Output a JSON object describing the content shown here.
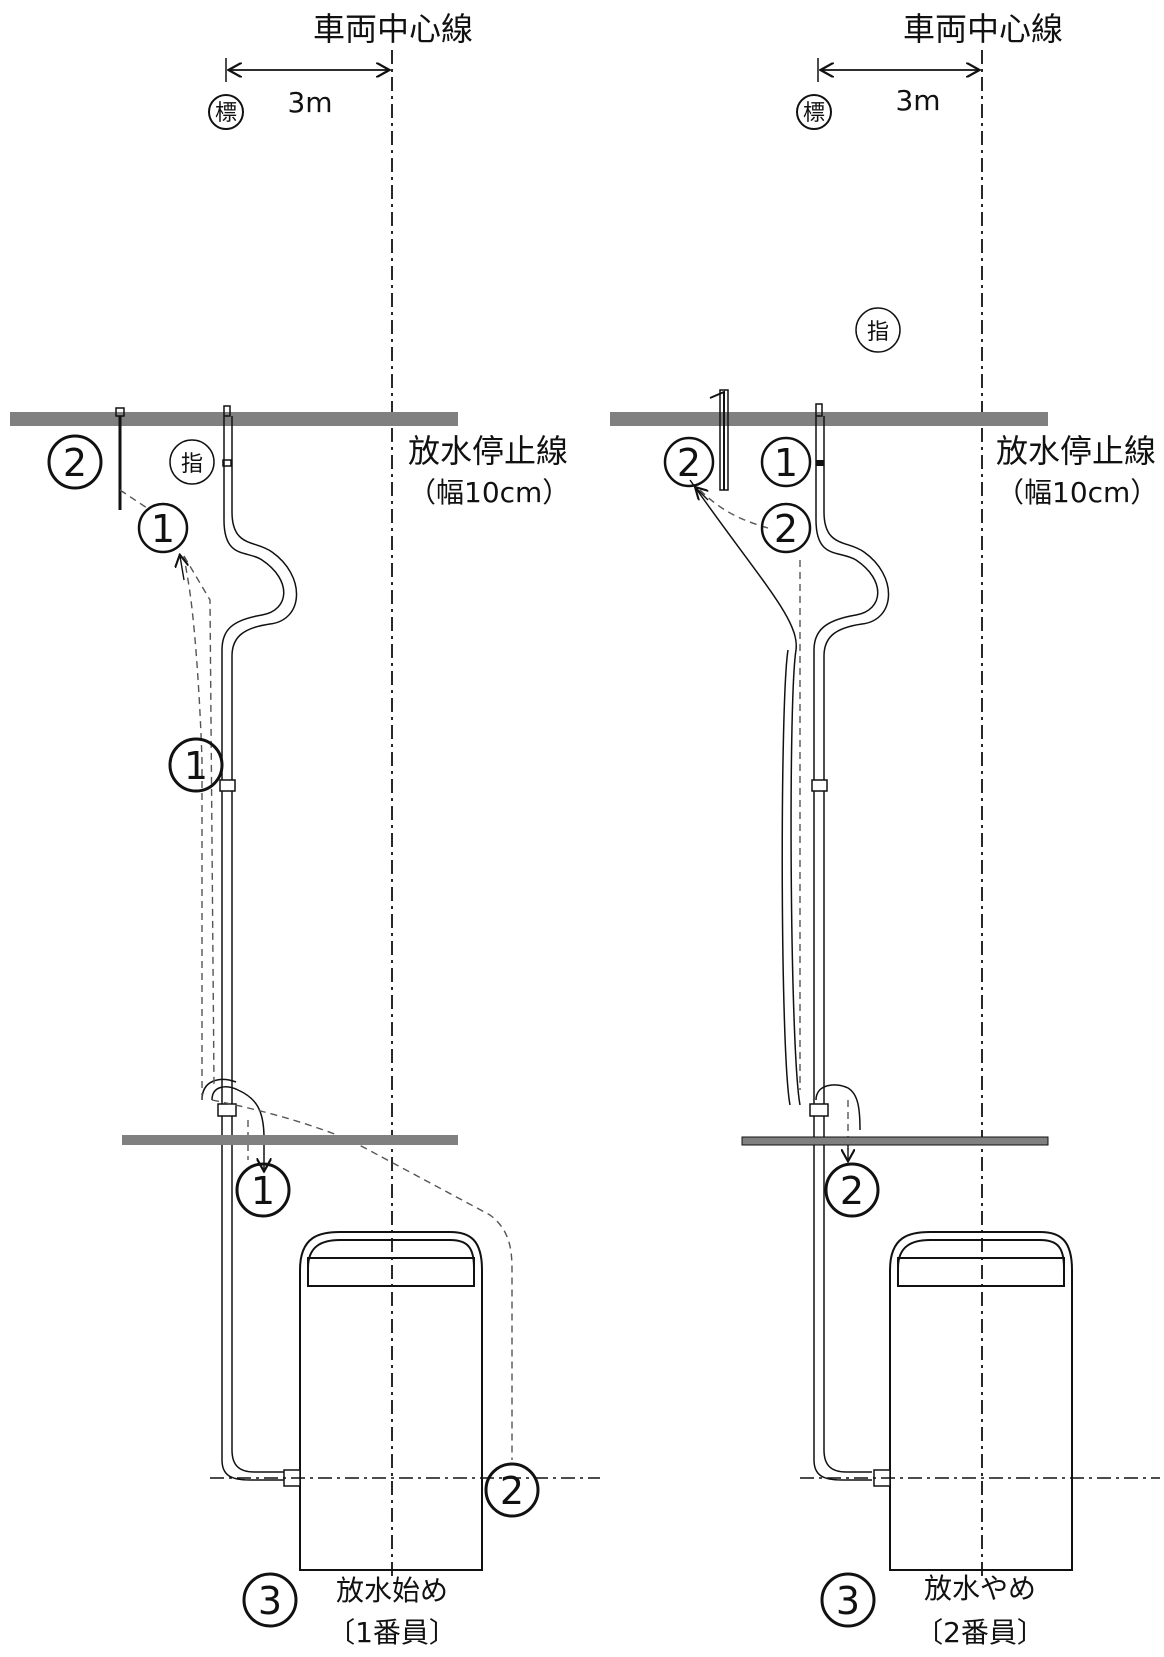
{
  "left": {
    "center_line_label": "車両中心線",
    "distance_label": "3m",
    "marker_label": "標",
    "commander_label": "指",
    "stop_line_label": "放水停止線",
    "stop_line_width": "（幅10cm）",
    "num1": "1",
    "num2": "2",
    "num3": "3",
    "caption_line1": "放水始め",
    "caption_line2": "〔1番員〕"
  },
  "right": {
    "center_line_label": "車両中心線",
    "distance_label": "3m",
    "marker_label": "標",
    "commander_label": "指",
    "stop_line_label": "放水停止線",
    "stop_line_width": "（幅10cm）",
    "num1": "1",
    "num2": "2",
    "num3": "3",
    "caption_line1": "放水やめ",
    "caption_line2": "〔2番員〕"
  }
}
